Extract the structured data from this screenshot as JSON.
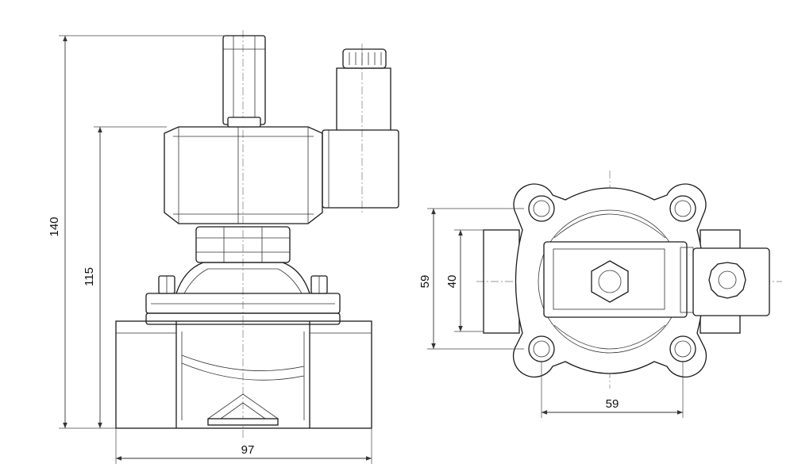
{
  "dimensions": {
    "overall_height": "140",
    "body_height": "115",
    "body_width": "97",
    "flange_height": "59",
    "port_height": "40",
    "flange_width": "59"
  }
}
